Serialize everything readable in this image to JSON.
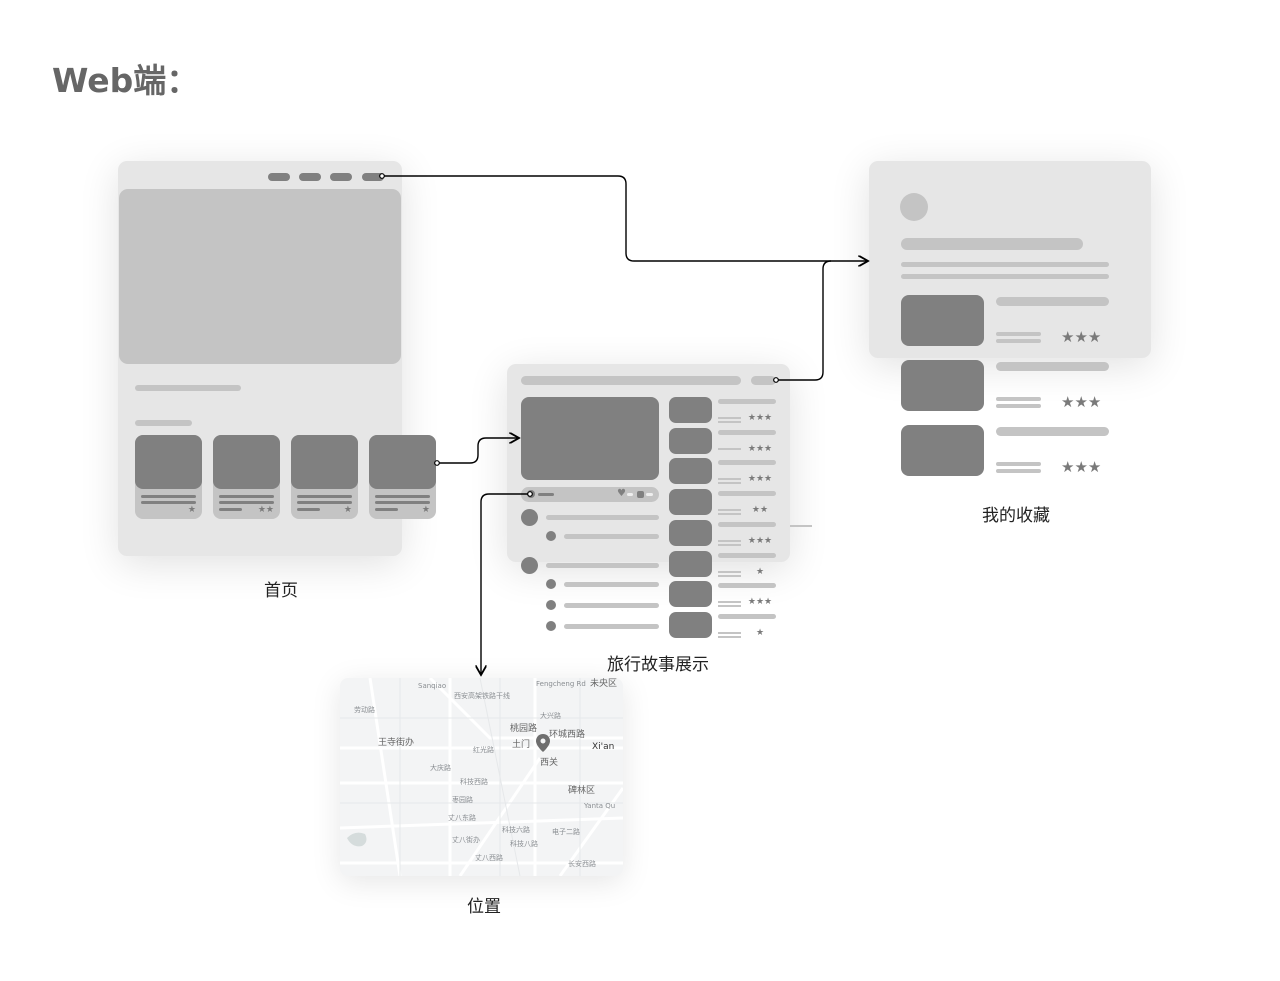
{
  "heading": "Web端：",
  "colors": {
    "panel": "#e6e6e6",
    "dark_block": "#808080",
    "light_block": "#c4c4c4",
    "map_bg": "#f3f4f5",
    "connector": "#000000"
  },
  "screens": {
    "home": {
      "label": "首页",
      "card_stars": [
        1,
        2,
        1,
        1
      ]
    },
    "story": {
      "label": "旅行故事展示",
      "list_stars": [
        3,
        3,
        3,
        2,
        3,
        1,
        3,
        1
      ]
    },
    "favorites": {
      "label": "我的收藏",
      "item_stars": [
        3,
        3,
        3
      ]
    },
    "location": {
      "label": "位置",
      "pin_icon": "map-pin-icon",
      "map_labels": [
        "Sanqiao",
        "西安高架铁路干线",
        "未央区",
        "桃园路",
        "土门",
        "环城西路",
        "Xi'an",
        "西关",
        "王寺街办",
        "碑林区",
        "Yanta Qu",
        "红光路",
        "大庆路",
        "科技西路",
        "电子二路",
        "科技六路",
        "丈八东路",
        "Fengcheng Rd",
        "大兴路",
        "劳动路",
        "丈八街办",
        "枣园路",
        "科技八路",
        "丈八西路",
        "长安西路"
      ]
    }
  },
  "star_glyph": "★"
}
